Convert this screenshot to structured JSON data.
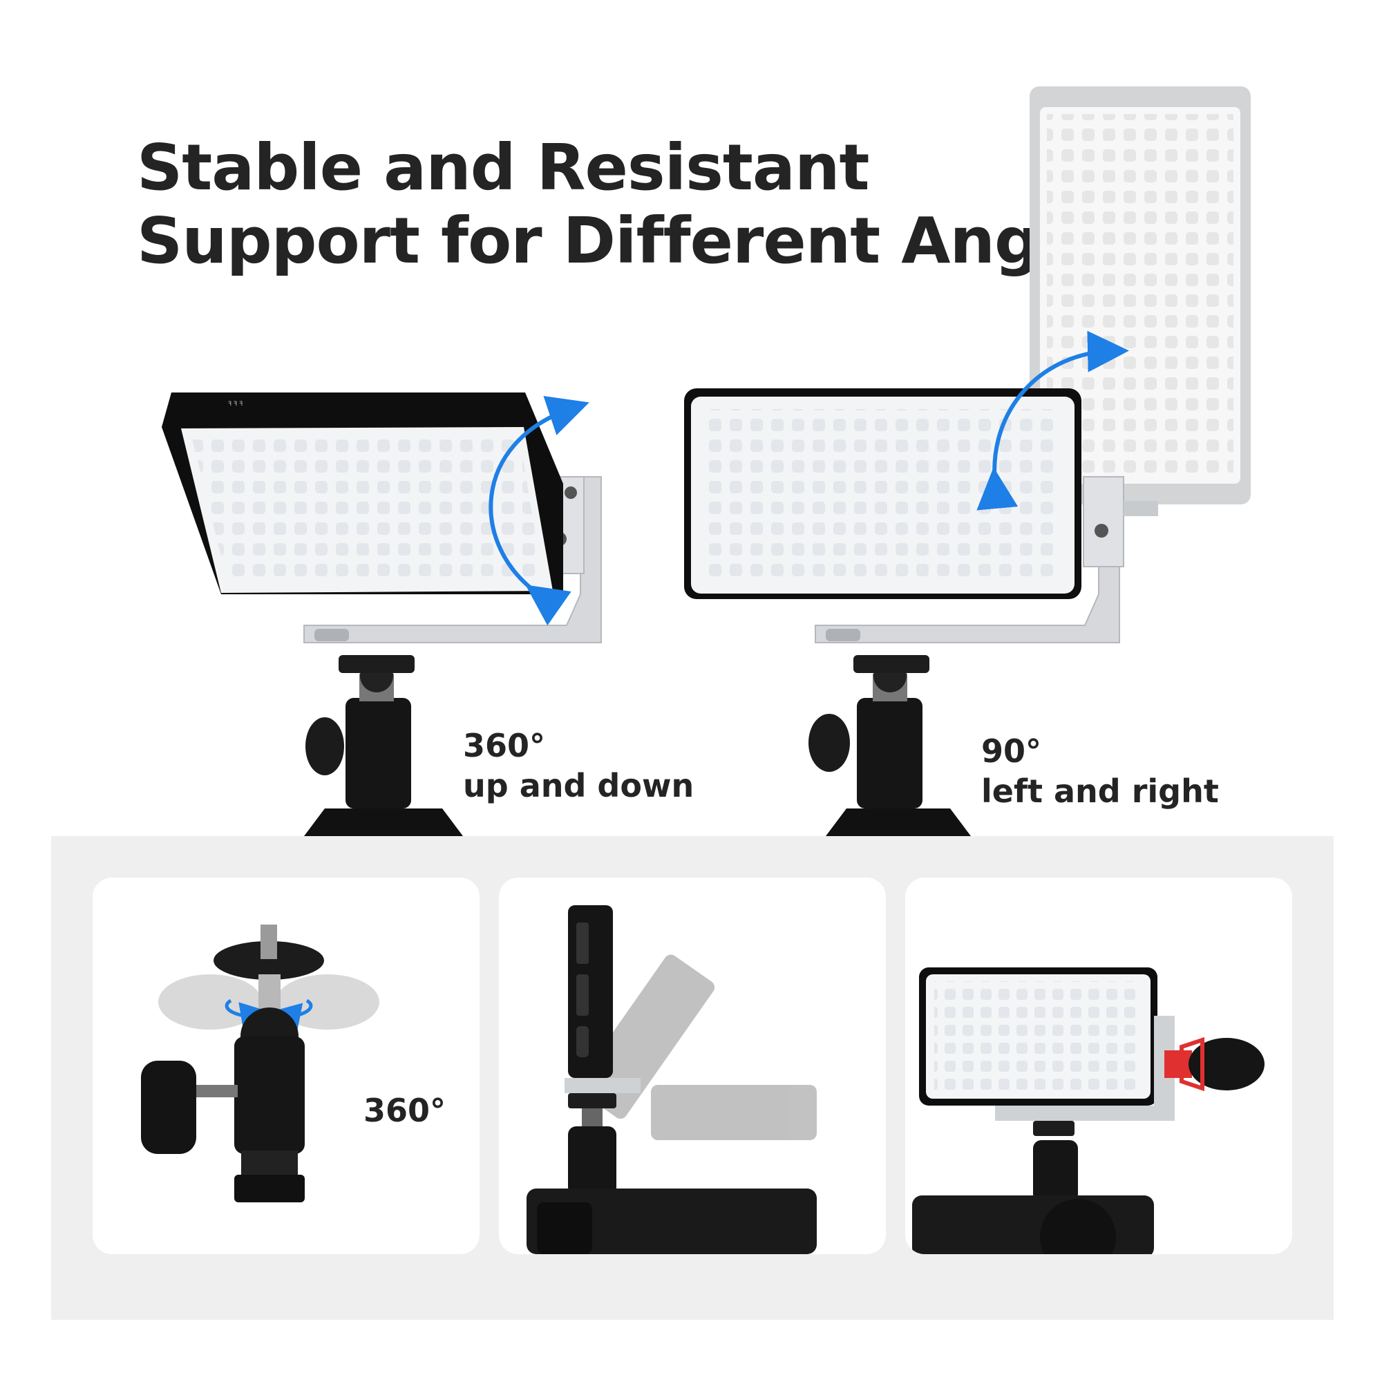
{
  "headline": {
    "line1": "Stable and Resistant",
    "line2": "Support for Different Angles"
  },
  "captions": {
    "left": {
      "angle": "360°",
      "direction": "up and down"
    },
    "right": {
      "angle": "90°",
      "direction": "left and right"
    }
  },
  "cards": {
    "ball_head_angle": "360°"
  },
  "colors": {
    "arrow": "#1e7fe6",
    "band_background": "#efefef"
  }
}
